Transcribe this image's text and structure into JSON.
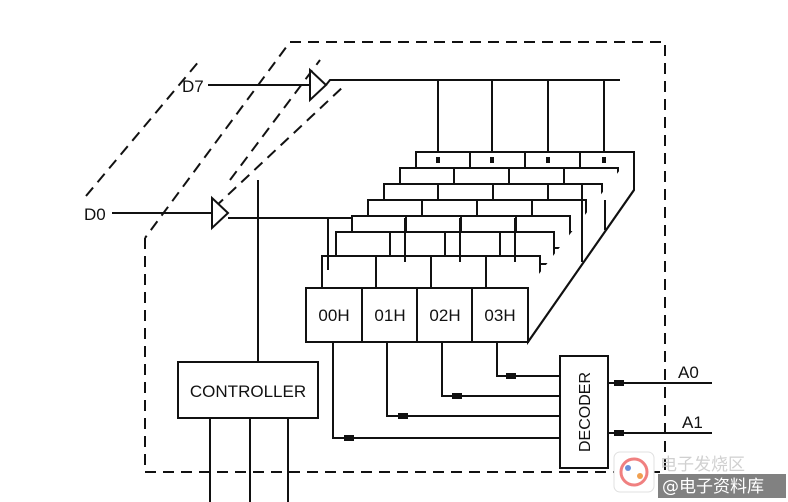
{
  "signals": {
    "d7": "D7",
    "d0": "D0",
    "a0": "A0",
    "a1": "A1"
  },
  "cells": [
    "00H",
    "01H",
    "02H",
    "03H"
  ],
  "controller": "CONTROLLER",
  "decoder": "DECODER",
  "watermark": {
    "text": "@电子资料库",
    "ghost_text": "电子发烧区"
  },
  "colors": {
    "line": "#111111",
    "background": "#ffffff"
  }
}
